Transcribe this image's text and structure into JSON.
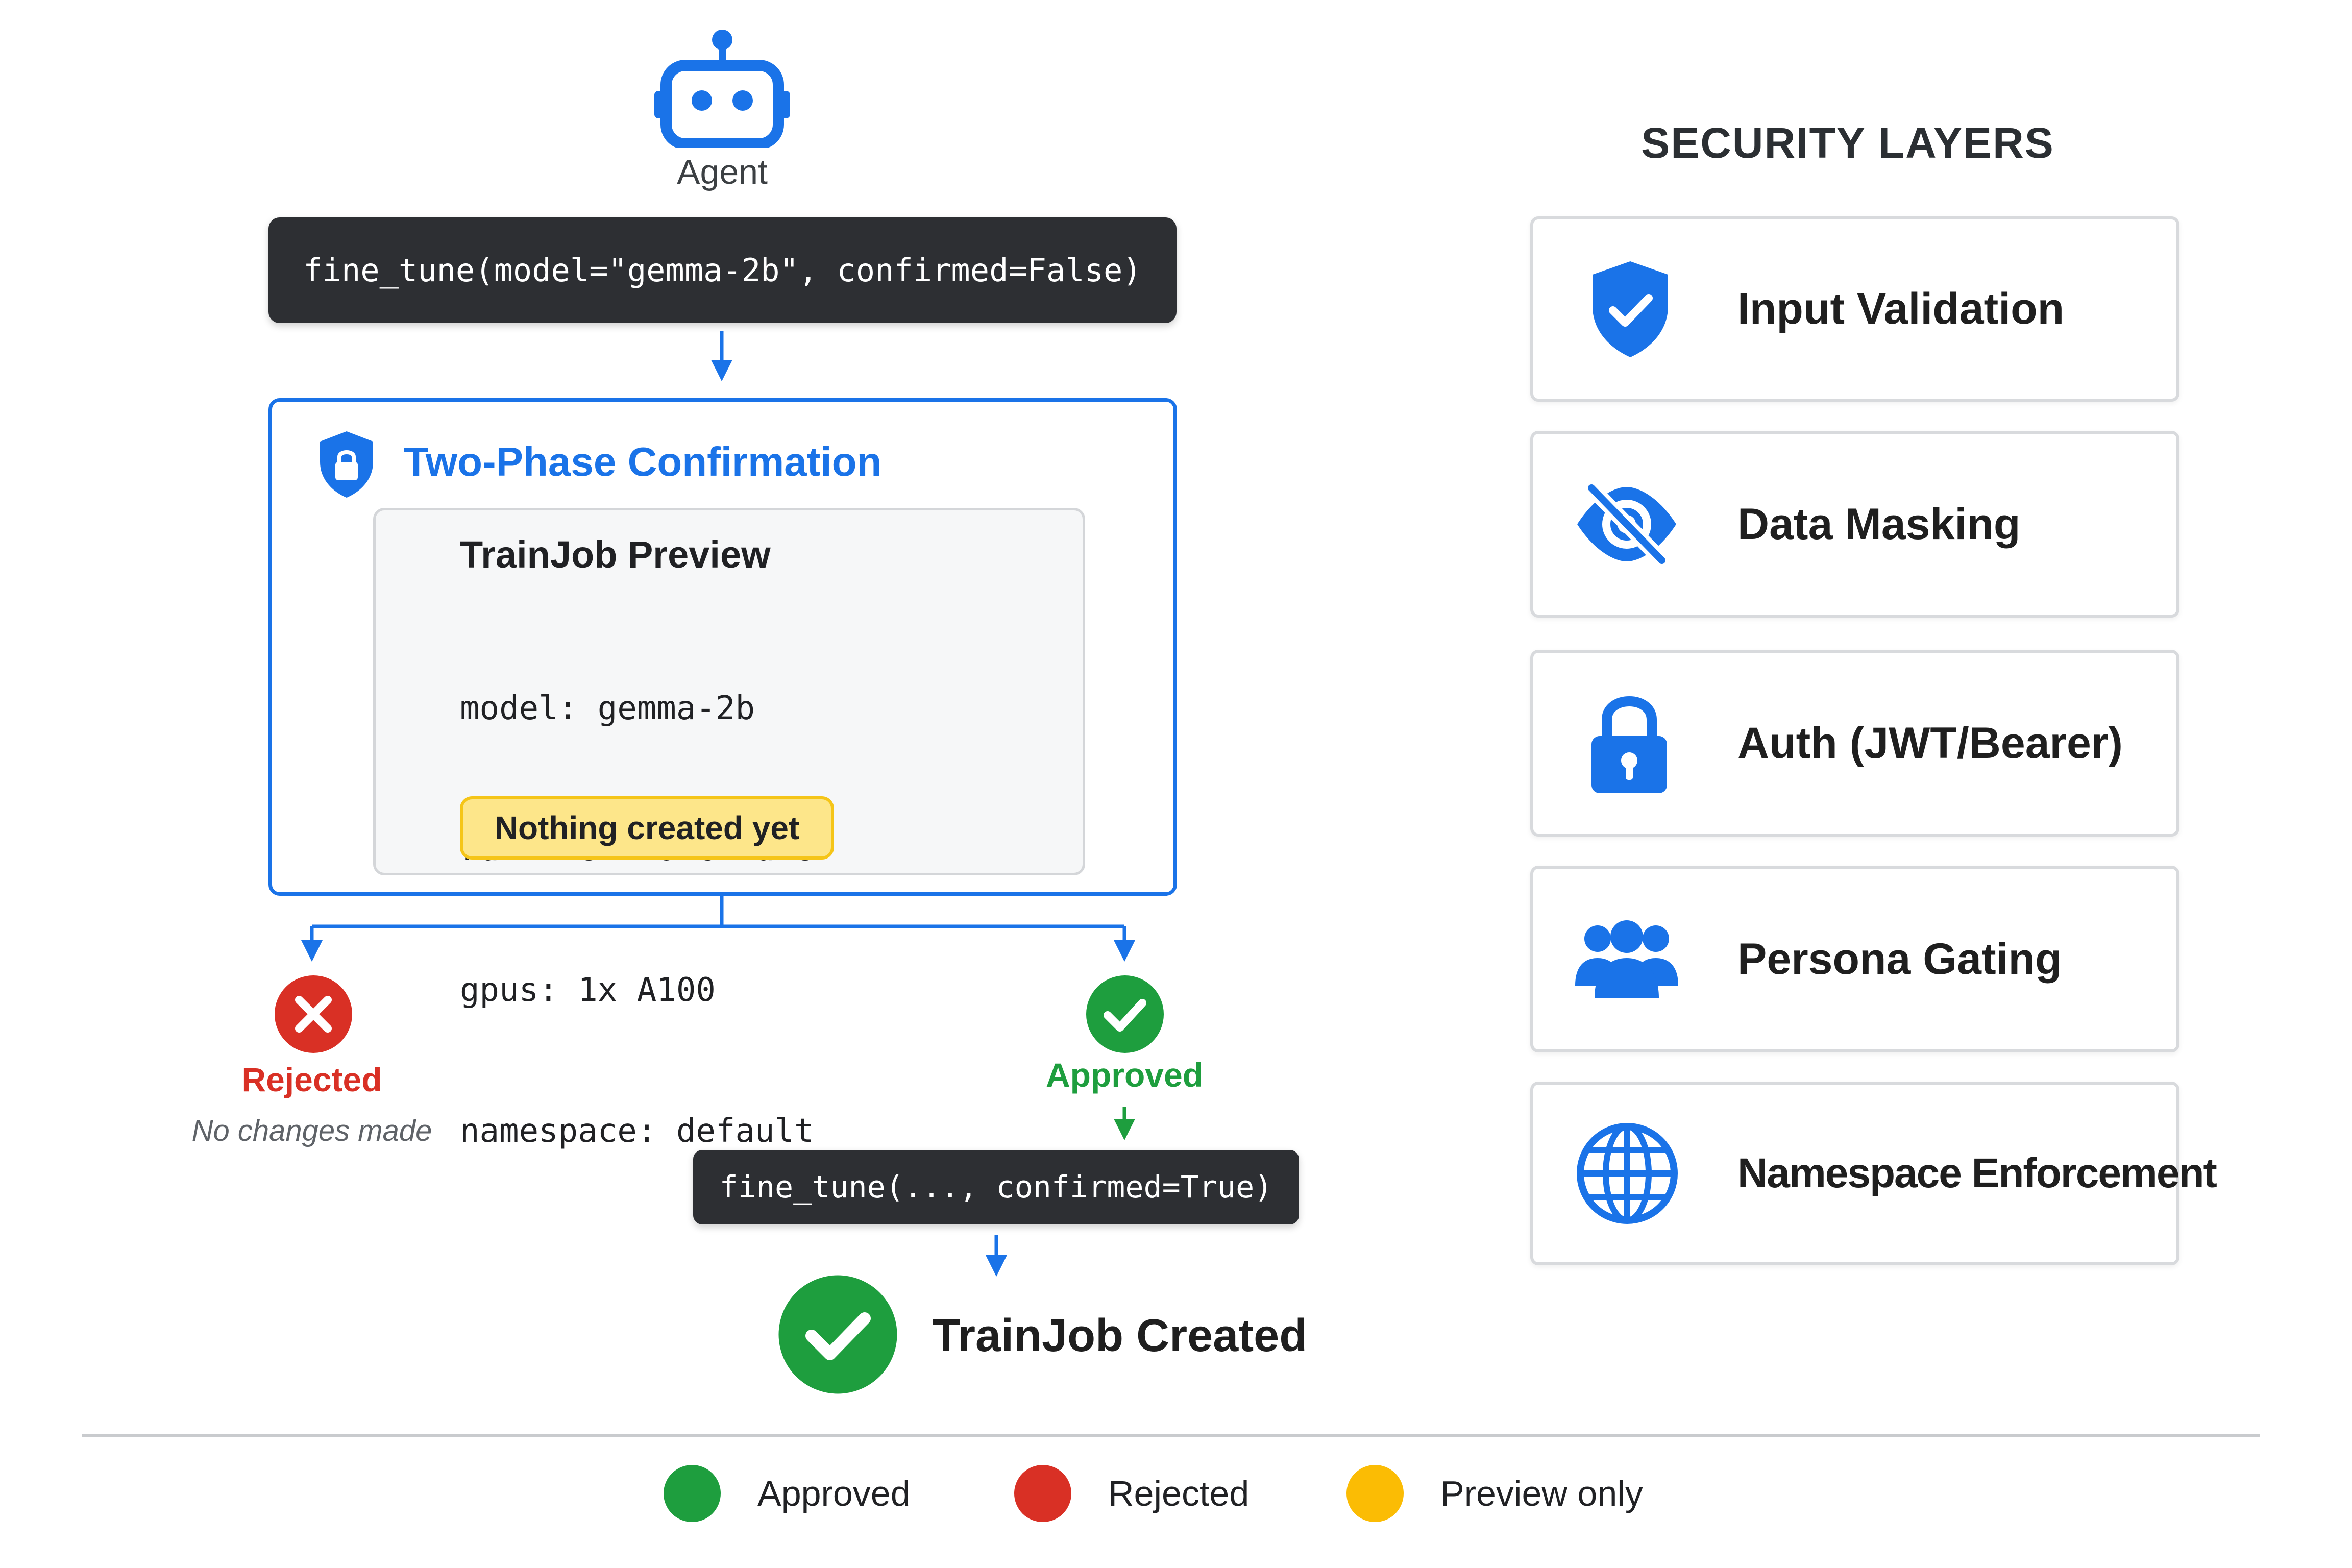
{
  "agent": {
    "label": "Agent",
    "icon": "robot-icon"
  },
  "call_initial": "fine_tune(model=\"gemma-2b\", confirmed=False)",
  "two_phase": {
    "title": "Two-Phase Confirmation",
    "icon": "shield-lock-icon",
    "preview": {
      "title": "TrainJob Preview",
      "lines": [
        "model: gemma-2b",
        "runtime: torchtune",
        "gpus: 1x A100",
        "namespace: default"
      ],
      "badge": "Nothing created yet"
    }
  },
  "rejected": {
    "label": "Rejected",
    "note": "No changes made",
    "icon": "x-circle-icon"
  },
  "approved": {
    "label": "Approved",
    "icon": "check-circle-icon"
  },
  "call_confirmed": "fine_tune(..., confirmed=True)",
  "result": {
    "label": "TrainJob Created",
    "icon": "check-circle-icon"
  },
  "security": {
    "title": "SECURITY LAYERS",
    "layers": [
      {
        "label": "Input Validation",
        "icon": "shield-check-icon"
      },
      {
        "label": "Data Masking",
        "icon": "eye-slash-icon"
      },
      {
        "label": "Auth (JWT/Bearer)",
        "icon": "lock-icon"
      },
      {
        "label": "Persona Gating",
        "icon": "users-icon"
      },
      {
        "label": "Namespace Enforcement",
        "icon": "globe-icon"
      }
    ]
  },
  "legend": [
    {
      "label": "Approved",
      "color": "#1e9e3e"
    },
    {
      "label": "Rejected",
      "color": "#d93025"
    },
    {
      "label": "Preview only",
      "color": "#fbbc04"
    }
  ],
  "colors": {
    "blue": "#1a73e8",
    "green": "#1e9e3e",
    "red": "#d93025",
    "yellow": "#fbbc04",
    "code_bg": "#2d2f33"
  }
}
